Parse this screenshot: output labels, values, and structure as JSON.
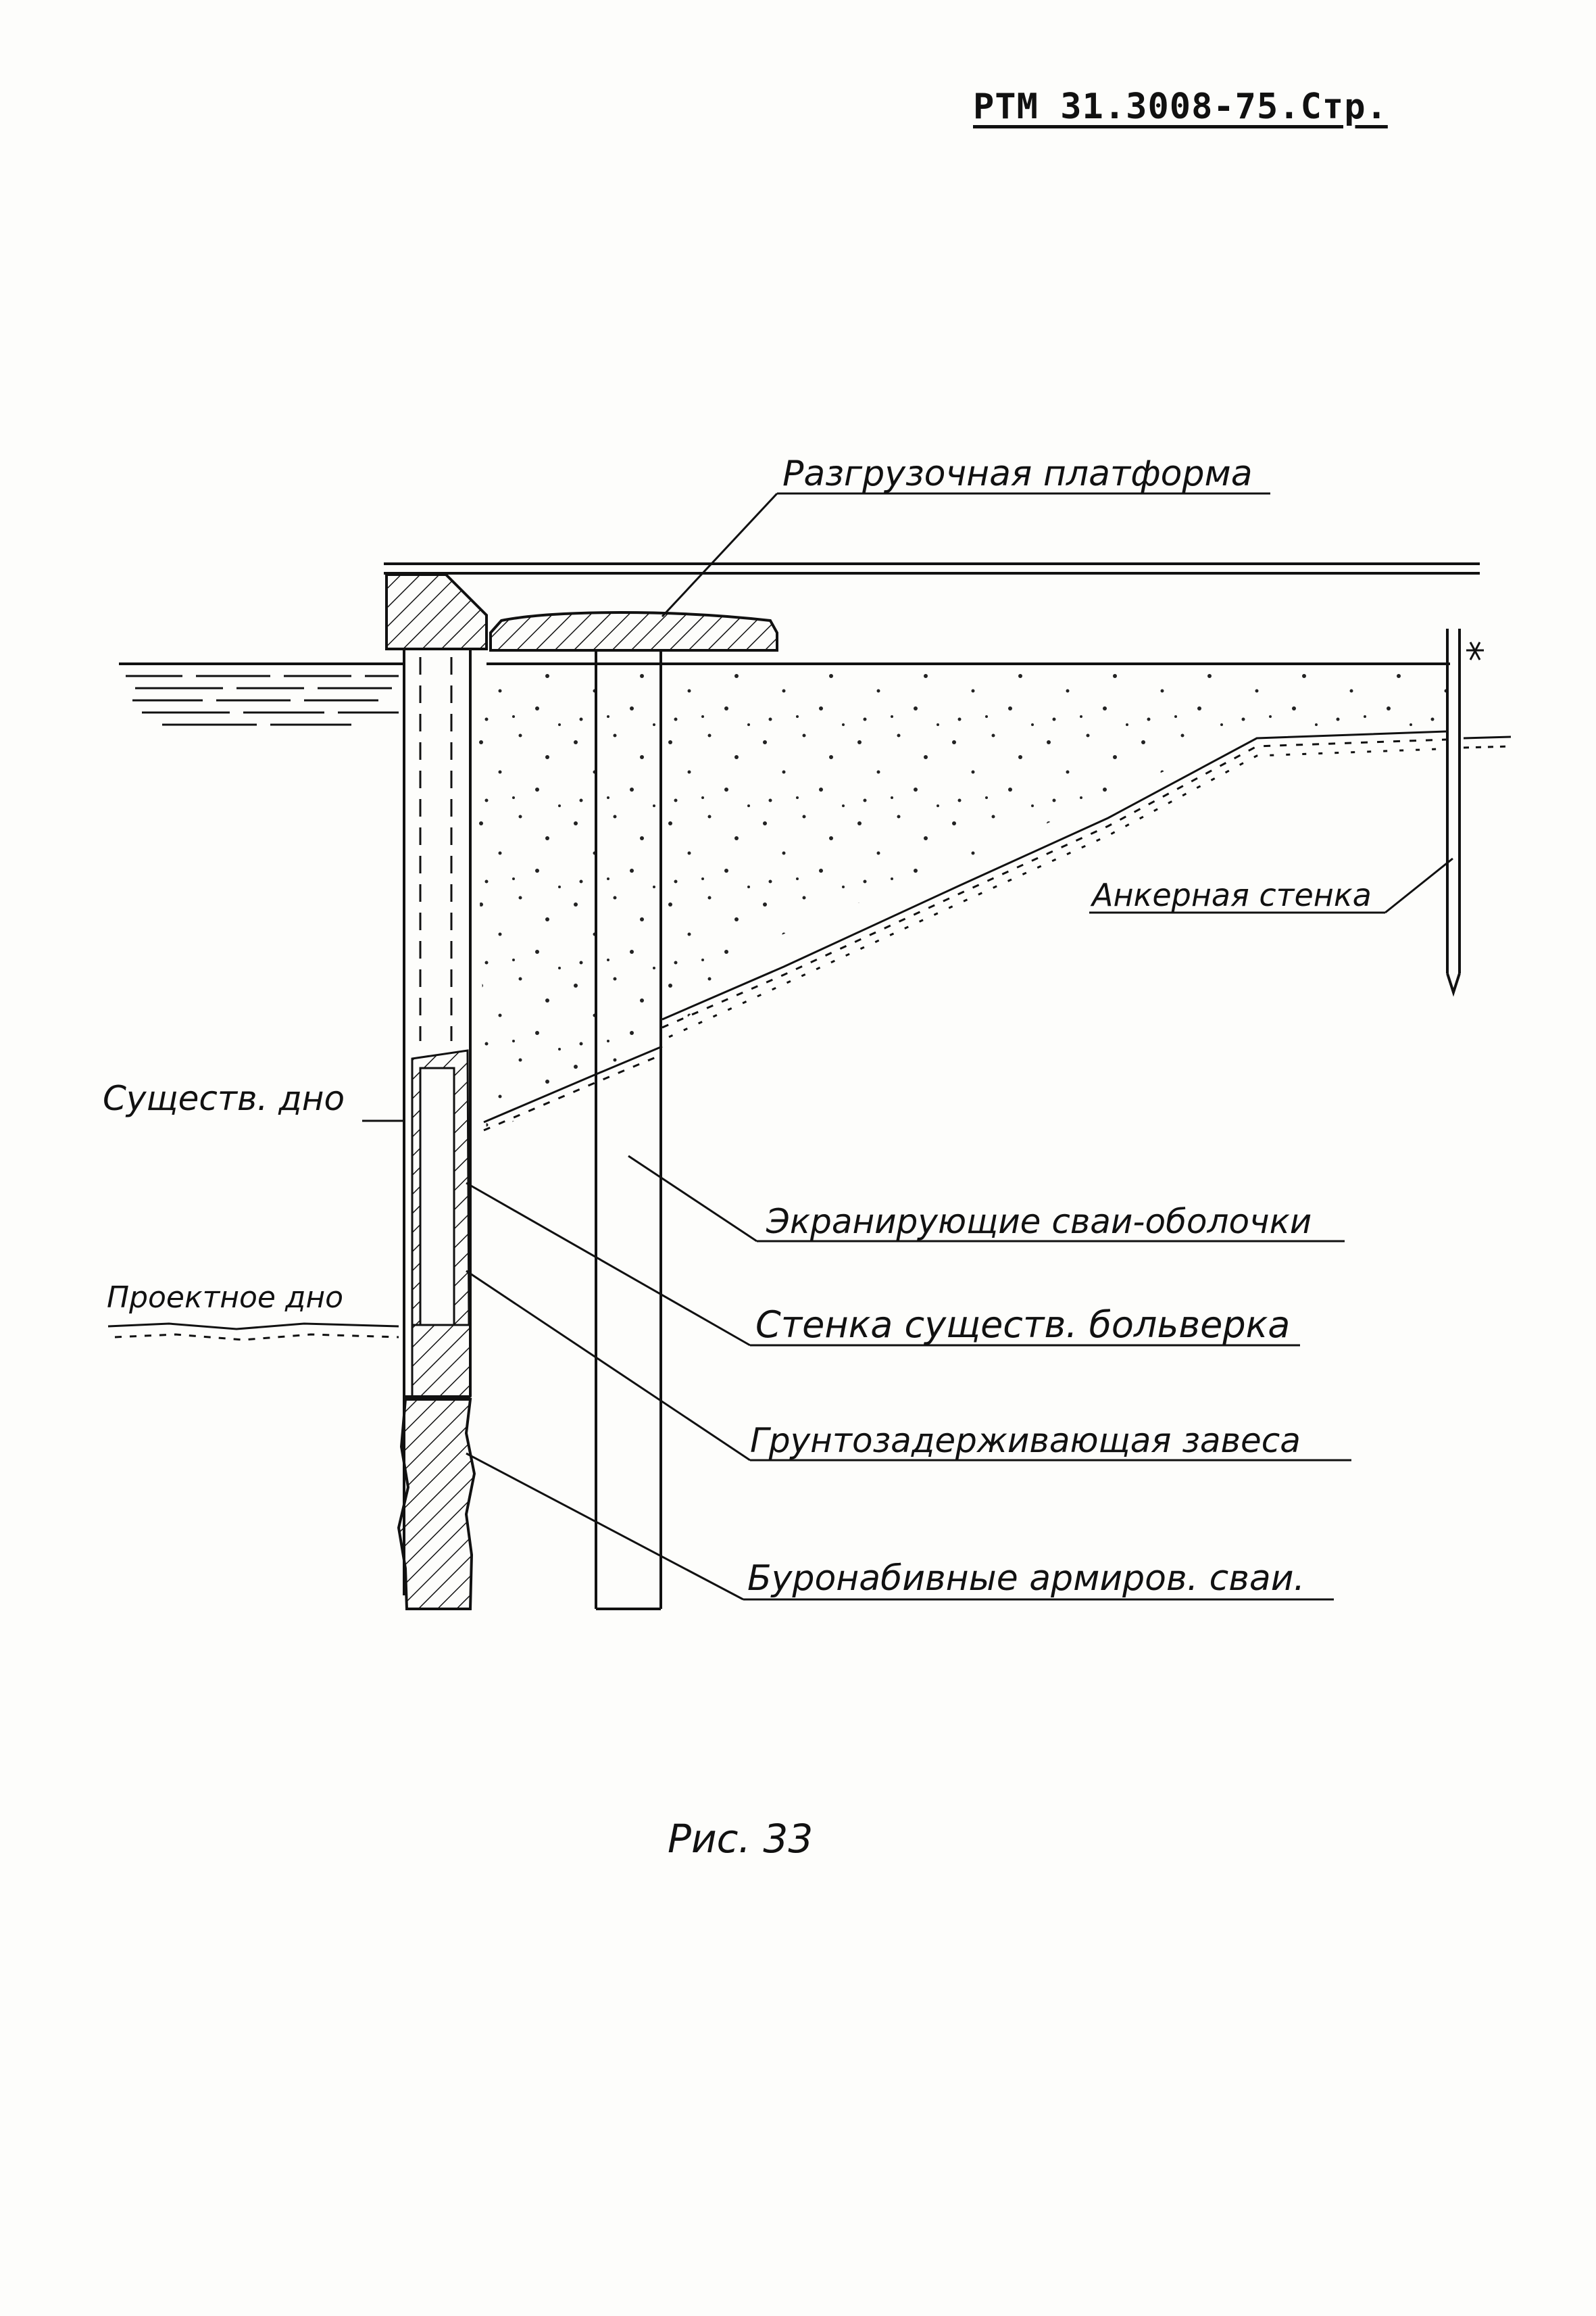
{
  "document": {
    "header": "РТМ 31.3008-75.Стр.",
    "figure_caption": "Рис. 33"
  },
  "labels": {
    "platform": "Разгрузочная платформа",
    "anchor_wall": "Анкерная стенка",
    "existing_bottom": "Существ. дно",
    "design_bottom": "Проектное дно",
    "screening_piles": "Экранирующие сваи-оболочки",
    "bulkhead_wall": "Стенка существ. больверка",
    "soil_curtain": "Грунтозадерживающая завеса",
    "bored_piles": "Буронабивные армиров. сваи."
  }
}
